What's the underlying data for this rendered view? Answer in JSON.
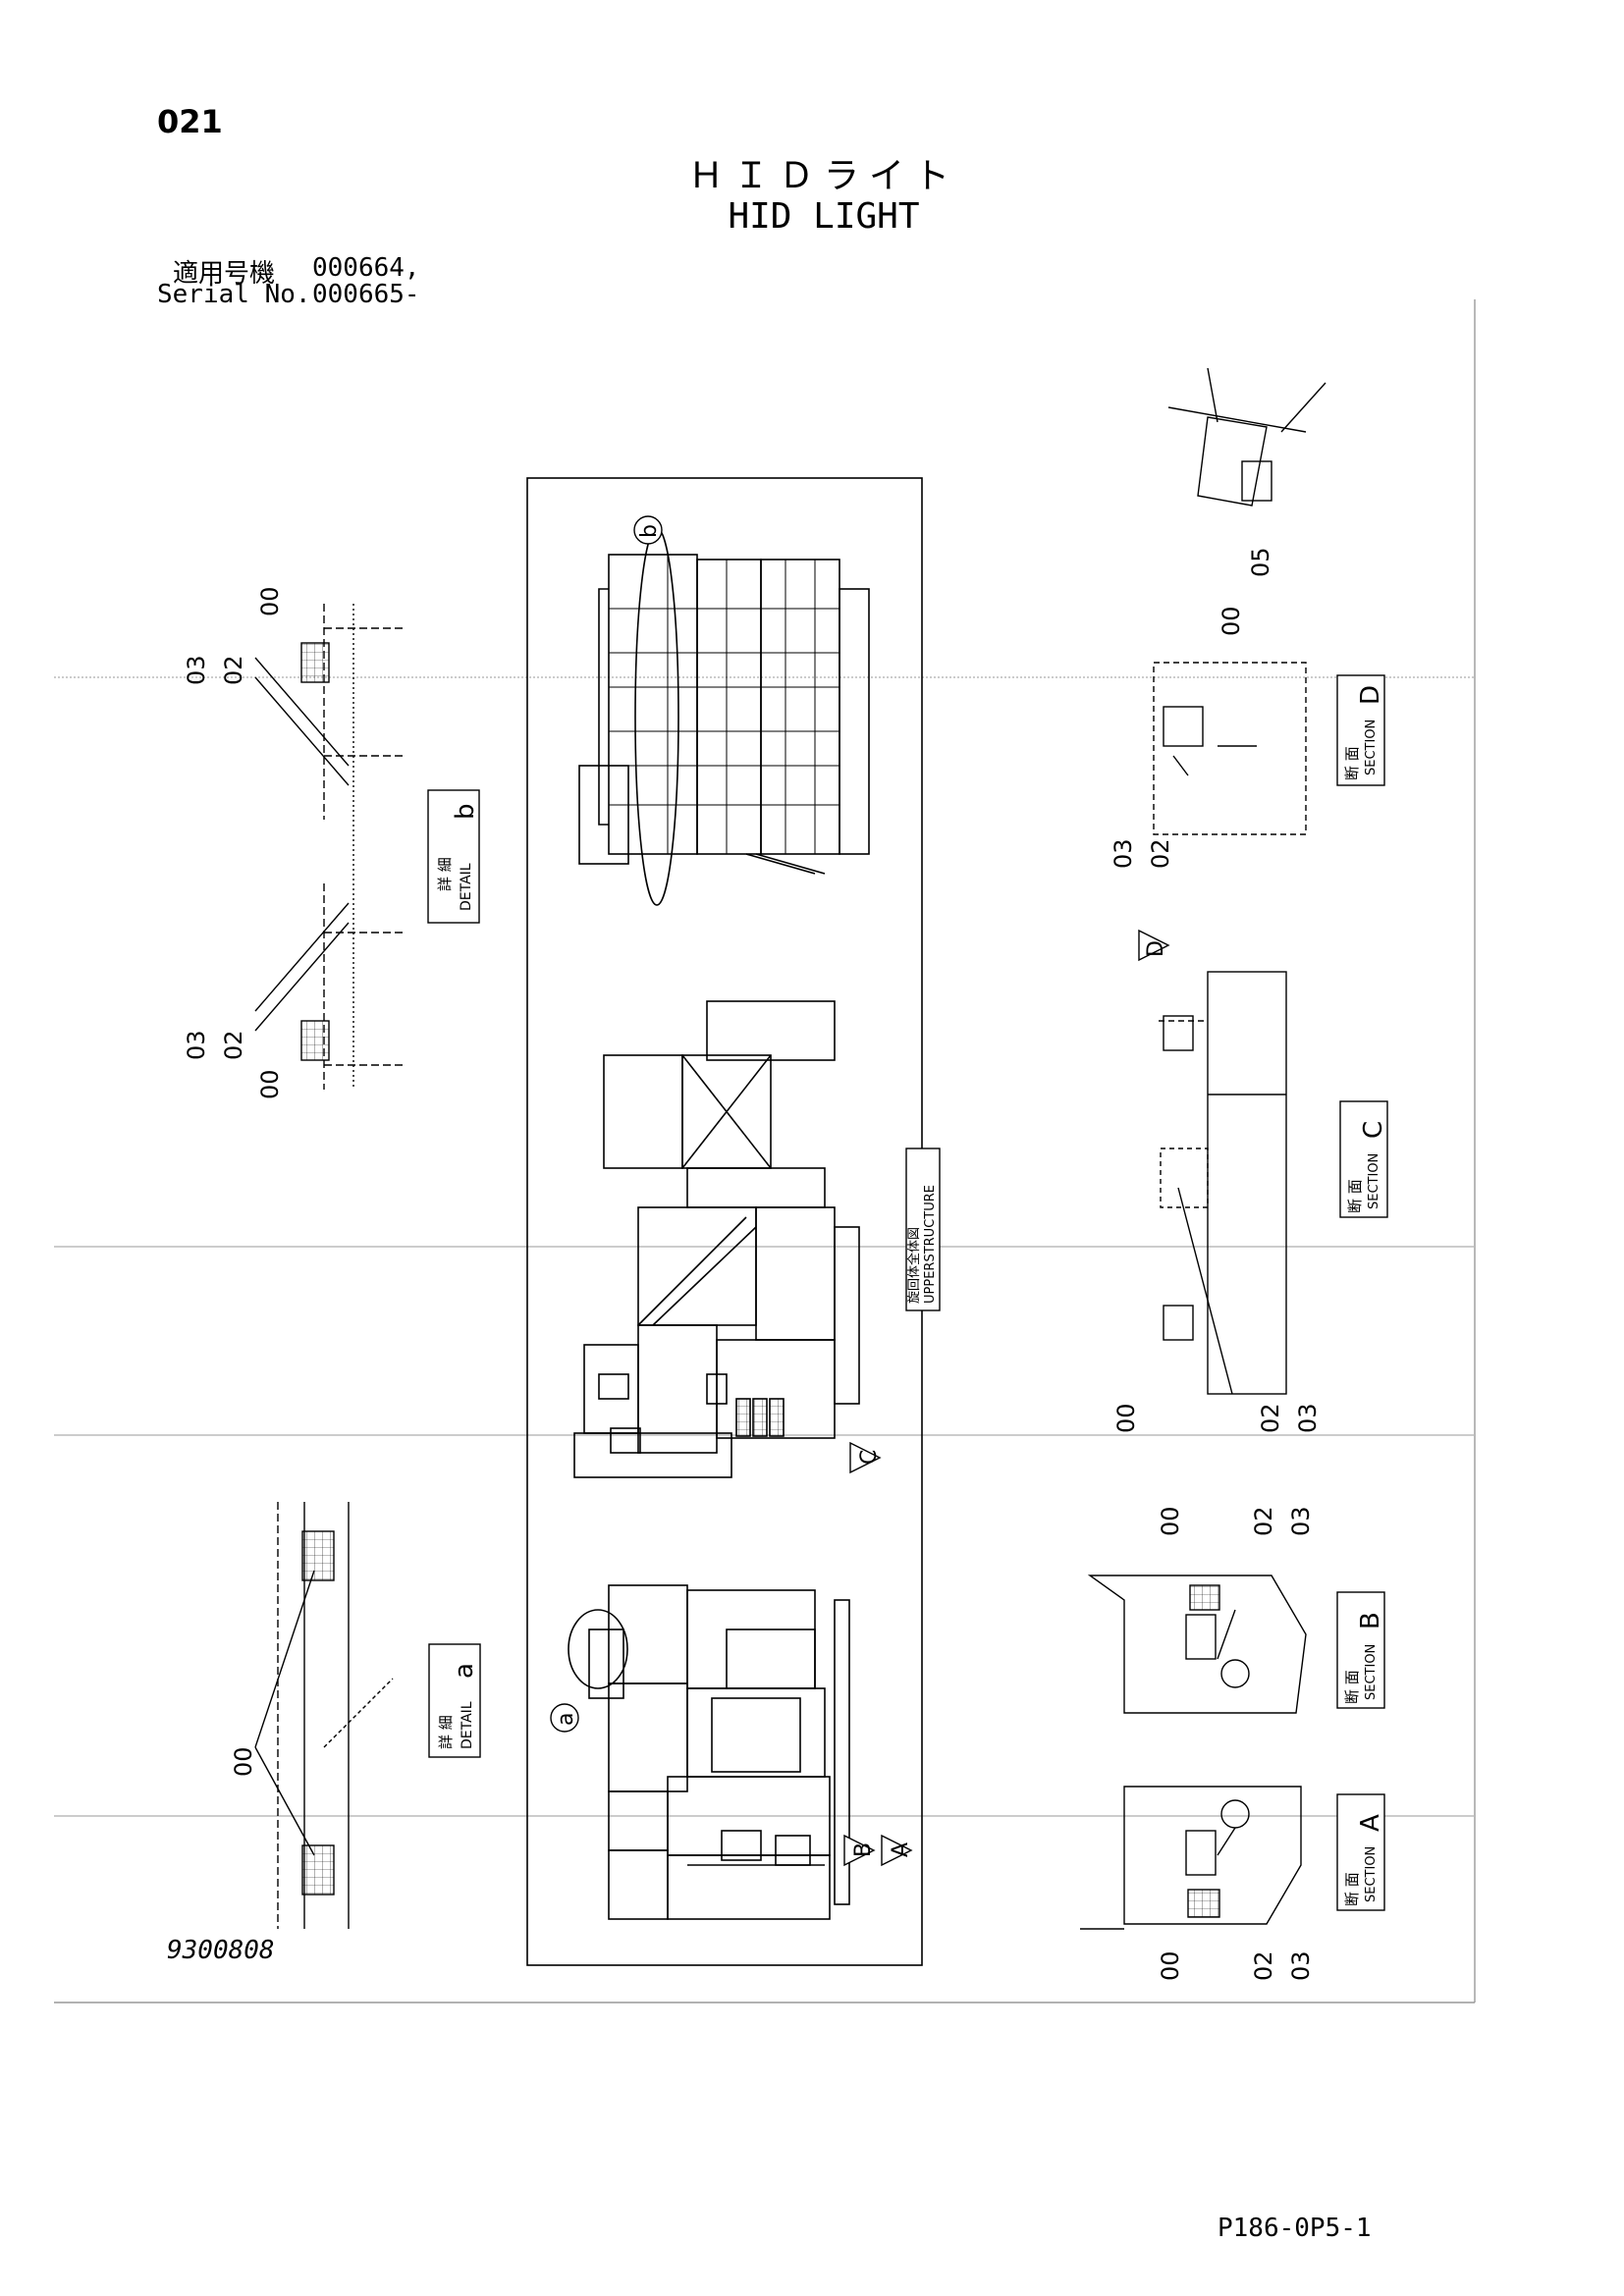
{
  "page_number": "021",
  "title_ja": "ＨＩＤライト",
  "title_en": "HID LIGHT",
  "serial": {
    "label_ja": "適用号機",
    "value_ja": "000664,",
    "label_en": "Serial No.",
    "value_en": "000665-"
  },
  "drawing_number": "9300808",
  "page_code": "P186-0P5-1",
  "views": {
    "upperstructure": {
      "ja": "旋回体全体図",
      "en": "UPPERSTRUCTURE"
    },
    "detail_a": {
      "ja": "詳 細",
      "en": "DETAIL",
      "letter": "a"
    },
    "detail_b": {
      "ja": "詳 細",
      "en": "DETAIL",
      "letter": "b"
    },
    "section_a": {
      "ja": "断 面",
      "en": "SECTION",
      "letter": "A"
    },
    "section_b": {
      "ja": "断 面",
      "en": "SECTION",
      "letter": "B"
    },
    "section_c": {
      "ja": "断 面",
      "en": "SECTION",
      "letter": "C"
    },
    "section_d": {
      "ja": "断 面",
      "en": "SECTION",
      "letter": "D"
    }
  },
  "callouts": {
    "p00": "00",
    "p02": "02",
    "p03": "03",
    "p05": "05",
    "bubble_a": "a",
    "bubble_b": "b",
    "arrow_a": "A",
    "arrow_b": "B",
    "arrow_c": "C",
    "arrow_d": "D"
  }
}
